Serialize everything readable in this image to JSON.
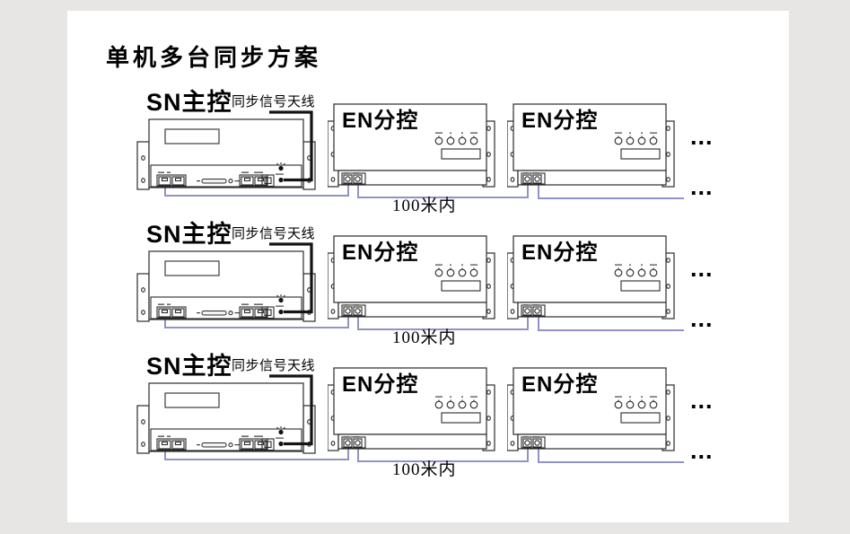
{
  "page": {
    "title": "单机多台同步方案"
  },
  "colors": {
    "background": "#e7e6e5",
    "panel": "#ffffff",
    "line": "#2b2b2b",
    "wire": "#9292cb",
    "cable": "#141414",
    "text": "#000000"
  },
  "diagram": {
    "row_count": 3,
    "master_label": "SN主控",
    "antenna_label": "同步信号天线",
    "slave_label": "EN分控",
    "distance_label": "100米内",
    "ellipsis": "..."
  }
}
